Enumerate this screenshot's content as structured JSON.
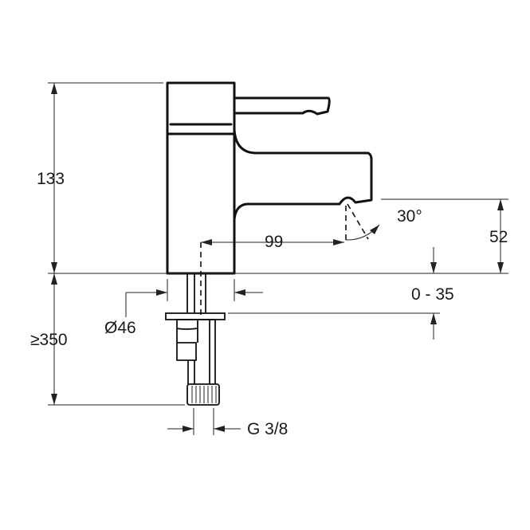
{
  "dimensions": {
    "height_total": "133",
    "spout_reach": "99",
    "spout_angle": "30°",
    "spout_height": "52",
    "deck_thickness": "0 - 35",
    "body_diameter": "Ø46",
    "hose_length": "≥350",
    "connection_thread": "G 3/8"
  },
  "colors": {
    "line": "#111111",
    "background": "#ffffff"
  }
}
